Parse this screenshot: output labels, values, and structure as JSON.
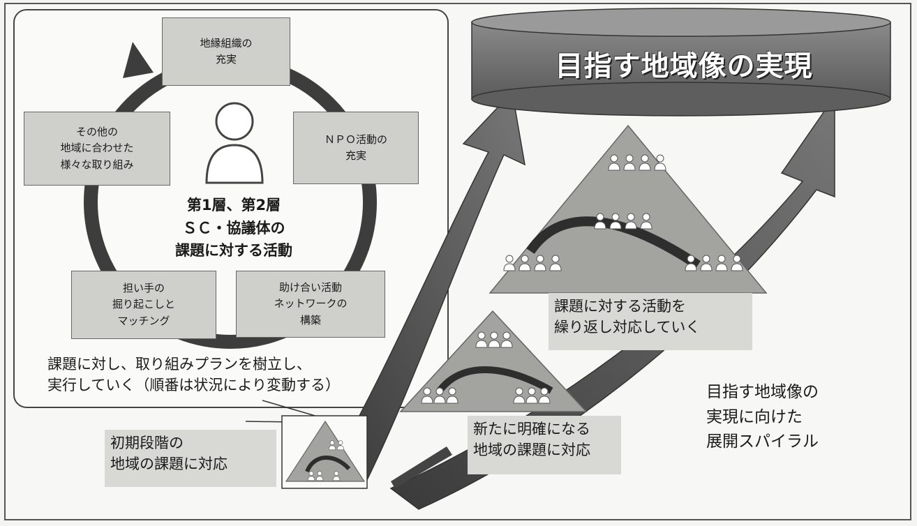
{
  "banner": {
    "title": "目指す地域像の実現"
  },
  "cycle": {
    "center": "第1層、第2層\nＳＣ・協議体の\n課題に対する活動",
    "items": [
      {
        "label": "地縁組織の\n充実"
      },
      {
        "label": "ＮＰＯ活動の\n充実"
      },
      {
        "label": "助け合い活動\nネットワークの\n構築"
      },
      {
        "label": "担い手の\n掘り起こしと\nマッチング"
      },
      {
        "label": "その他の\n地域に合わせた\n様々な取り組み"
      }
    ],
    "plan_text": "課題に対し、取り組みプランを樹立し、\n実行していく（順番は状況により変動する）"
  },
  "stages": {
    "initial": "初期段階の\n地域の課題に対応",
    "new_issues": "新たに明確になる\n地域の課題に対応",
    "repeat": "課題に対する活動を\n繰り返し対応していく"
  },
  "spiral_label": "目指す地域像の\n実現に向けた\n展開スパイラル",
  "colors": {
    "box_fill": "#cfcfcb",
    "arrow_fill": "#4f4f4f",
    "pyramid_fill": "#a3a3a0",
    "banner_fill": "#6f6f6f"
  }
}
